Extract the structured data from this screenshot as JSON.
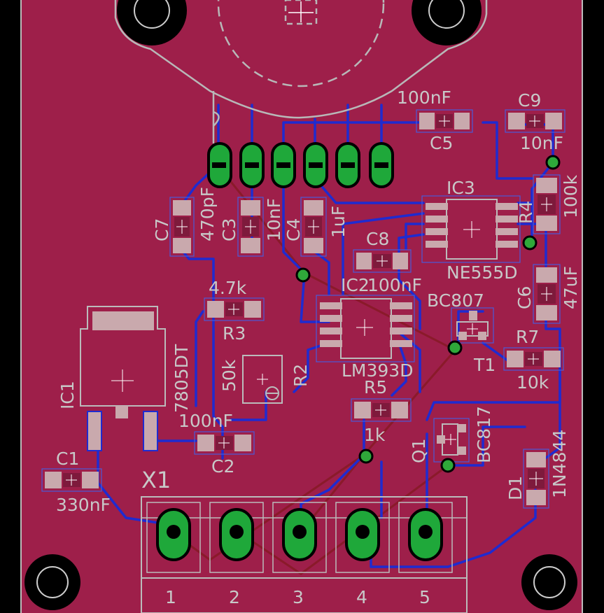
{
  "components": {
    "c5": {
      "name": "C5",
      "value": "100nF"
    },
    "c9": {
      "name": "C9",
      "value": "10nF"
    },
    "r4": {
      "name": "R4",
      "value": "100k"
    },
    "ic3": {
      "name": "IC3",
      "value": "NE555D"
    },
    "c7": {
      "name": "C7",
      "value": "470pF"
    },
    "c3": {
      "name": "C3",
      "value": "10nF"
    },
    "c4": {
      "name": "C4",
      "value": "1uF"
    },
    "c8": {
      "name": "C8",
      "value": "100nF"
    },
    "c6": {
      "name": "C6",
      "value": "47uF"
    },
    "r3": {
      "name": "R3",
      "value": "4.7k"
    },
    "ic2": {
      "name": "IC2",
      "value": "LM393D"
    },
    "t1": {
      "name": "T1",
      "value": "BC807"
    },
    "r7": {
      "name": "R7",
      "value": "10k"
    },
    "r2": {
      "name": "R2",
      "value": "50k"
    },
    "ic1": {
      "name": "IC1",
      "value": "7805DT"
    },
    "r5": {
      "name": "R5",
      "value": "1k"
    },
    "q1": {
      "name": "Q1",
      "value": "BC817"
    },
    "c2": {
      "name": "C2",
      "value": "100nF"
    },
    "c1": {
      "name": "C1",
      "value": "330nF"
    },
    "d1": {
      "name": "D1",
      "value": "1N4844"
    }
  },
  "connector": {
    "name": "X1",
    "pins": [
      "1",
      "2",
      "3",
      "4",
      "5"
    ]
  },
  "colors": {
    "board": "#9e1f4a",
    "top_copper": "#1f2bd0",
    "bottom_copper": "#8a1a2a",
    "pads": "#1fa83a",
    "silkscreen": "#c8c8c8"
  }
}
